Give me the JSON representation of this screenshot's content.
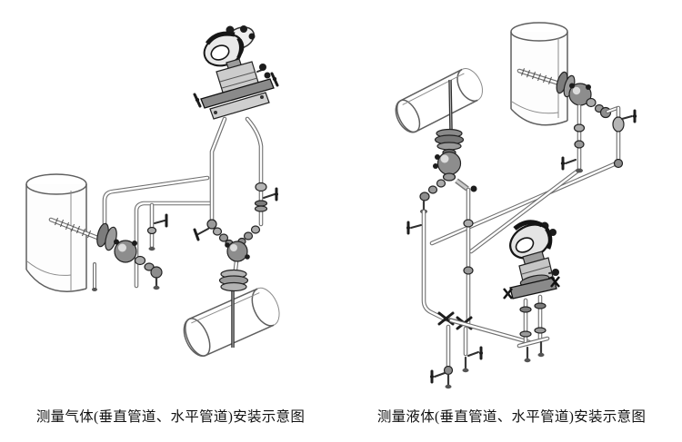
{
  "page": {
    "background": "#ffffff",
    "kind": "technical installation schematic, two isometric line drawings"
  },
  "palette": {
    "line": "#6e6e6e",
    "fitting_dark": "#1c1c1c",
    "fitting_gray": "#8d8d8d",
    "text": "#111111"
  },
  "figures": {
    "left": {
      "id": "gas-installation",
      "caption": "测量气体(垂直管道、水平管道)安装示意图",
      "depicts": "pressure transmitter installed above tap points for gas service, vertical pipe and horizontal pipe taps"
    },
    "right": {
      "id": "liquid-installation",
      "caption": "测量液体(垂直管道、水平管道)安装示意图",
      "depicts": "pressure transmitter installed below tap points for liquid service, vertical pipe and horizontal pipe taps"
    }
  }
}
